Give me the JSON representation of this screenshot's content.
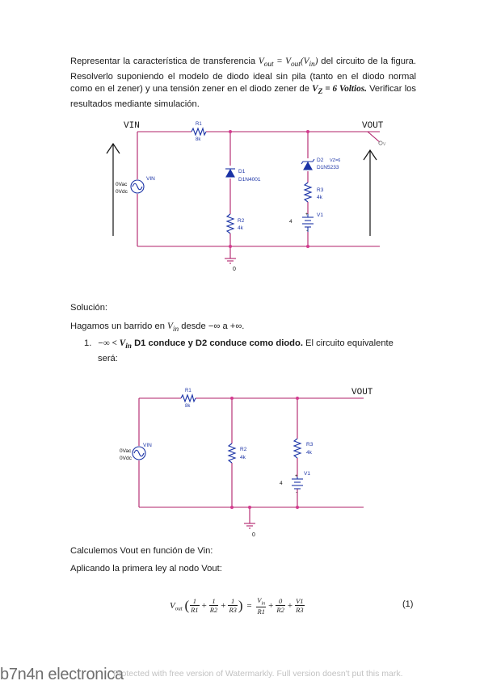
{
  "intro": {
    "t1": "Representar la característica de transferencia ",
    "m1": "V",
    "m1sub": "out",
    "m2": " = V",
    "m2sub": "out",
    "m3": "(V",
    "m3sub": "in",
    "m4": ")",
    "t2": " del circuito de la figura. Resolverlo suponiendo el modelo de diodo ideal sin pila (tanto en el diodo normal como en el zener) y una tensión zener en el diodo zener de ",
    "m5": "V",
    "m5sub": "Z",
    "m6": " = 6 Voltios.",
    "t3": " Verificar los resultados mediante simulación."
  },
  "circuit1": {
    "vin_label": "VIN",
    "vout_label": "VOUT",
    "r1_name": "R1",
    "r1_value": "8k",
    "d1_name": "D1",
    "d1_part": "D1N4001",
    "d2_name": "D2",
    "d2_part": "D1N5233",
    "d2_note": "VZ=6",
    "r2_name": "R2",
    "r2_value": "4k",
    "r3_name": "R3",
    "r3_value": "4k",
    "v1_name": "V1",
    "v1_value": "4",
    "src_name": "VIN",
    "src_vac": "0Vac",
    "src_vdc": "0Vdc",
    "ground": "0",
    "probe": "V"
  },
  "solution_label": "Solución:",
  "sweep": {
    "t1": "Hagamos un barrido en ",
    "m1": "V",
    "m1sub": "in",
    "t2": " desde −∞ a +∞."
  },
  "item1": {
    "num": "1.",
    "m1": "−∞ < V",
    "m1sub": "in",
    "bold": " D1 conduce y D2 conduce como diodo.",
    "t1": " El circuito equivalente será:"
  },
  "circuit2": {
    "vout_label": "VOUT",
    "r1_name": "R1",
    "r1_value": "8k",
    "r2_name": "R2",
    "r2_value": "4k",
    "r3_name": "R3",
    "r3_value": "4k",
    "v1_name": "V1",
    "v1_value": "4",
    "src_name": "VIN",
    "src_vac": "0Vac",
    "src_vdc": "0Vdc",
    "ground": "0"
  },
  "calc_text": "Calculemos Vout en función de Vin:",
  "apply_text": "Aplicando la primera ley al nodo Vout:",
  "equation": {
    "lhs": "V",
    "lhs_sub": "out",
    "f1n": "1",
    "f1d": "R1",
    "f2n": "1",
    "f2d": "R2",
    "f3n": "1",
    "f3d": "R3",
    "f4n": "V",
    "f4n_sub": "in",
    "f4d": "R1",
    "f5n": "0",
    "f5d": "R2",
    "f6n": "V1",
    "f6d": "R3",
    "number": "(1)"
  },
  "footer": {
    "brand": "b7n4n electronica",
    "watermark": "Protected with free version of Watermarkly. Full version doesn't put this mark."
  },
  "colors": {
    "wire": "#b0206a",
    "junction": "#d43a8f",
    "component": "#1b33a6",
    "label": "#1b33a6",
    "text": "#1a1a1a"
  }
}
